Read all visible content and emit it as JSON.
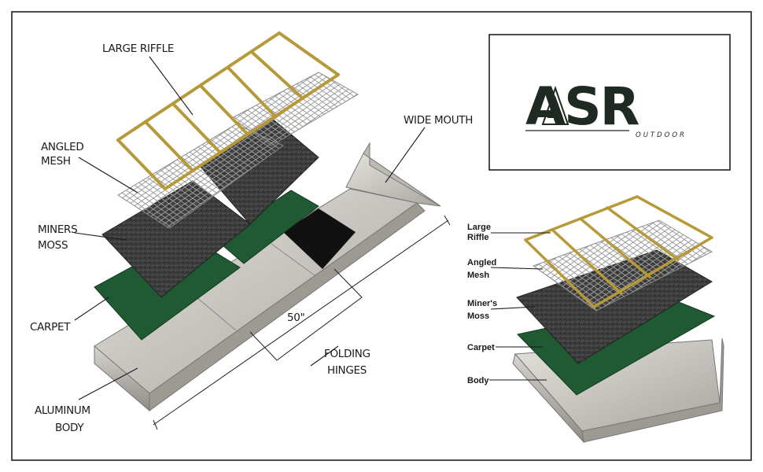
{
  "brand": {
    "name": "ASR",
    "sub": "OUTDOOR",
    "color": "#1f2a22"
  },
  "large_diagram": {
    "labels": {
      "large_riffle": "LARGE RIFFLE",
      "angled_mesh_1": "ANGLED",
      "angled_mesh_2": "MESH",
      "miners_moss_1": "MINERS",
      "miners_moss_2": "MOSS",
      "carpet": "CARPET",
      "aluminum_body_1": "ALUMINUM",
      "aluminum_body_2": "BODY",
      "wide_mouth": "WIDE MOUTH",
      "length": "50\"",
      "folding_hinges_1": "FOLDING",
      "folding_hinges_2": "HINGES"
    }
  },
  "small_diagram": {
    "labels": {
      "large_riffle_1": "Large",
      "large_riffle_2": "Riffle",
      "angled_mesh_1": "Angled",
      "angled_mesh_2": "Mesh",
      "miners_moss_1": "Miner's",
      "miners_moss_2": "Moss",
      "carpet": "Carpet",
      "body": "Body"
    }
  },
  "colors": {
    "carpet": "#1f5a32",
    "moss": "#3a3a3a",
    "aluminum": "#c9c6c0",
    "riffle": "#b69a3a"
  }
}
